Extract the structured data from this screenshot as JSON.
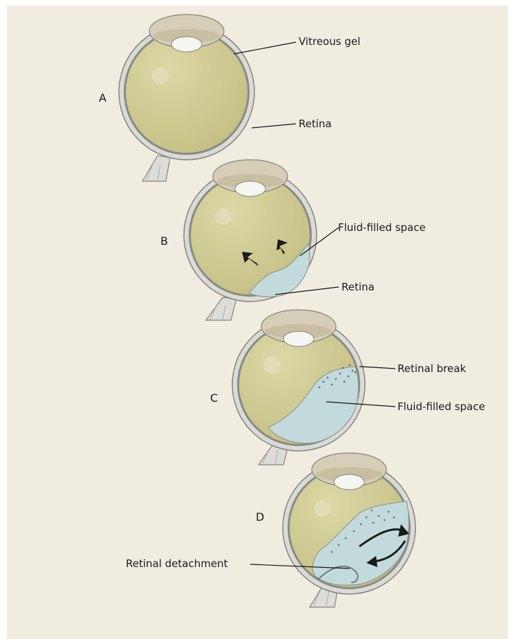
{
  "colors": {
    "panel": "#f1ece0",
    "vitreous": "#ccc78e",
    "fluid": "#c2dadb",
    "sclera": "#d7d7d3",
    "outline": "#86837d",
    "lens": "#f4f4f1",
    "cornea": "#cfc7b4"
  },
  "panels": [
    {
      "letter": "A",
      "labels": [
        "Vitreous gel",
        "Retina"
      ]
    },
    {
      "letter": "B",
      "labels": [
        "Fluid-filled space",
        "Retina"
      ]
    },
    {
      "letter": "C",
      "labels": [
        "Retinal break",
        "Fluid-filled space"
      ]
    },
    {
      "letter": "D",
      "labels": [
        "Retinal detachment"
      ]
    }
  ]
}
